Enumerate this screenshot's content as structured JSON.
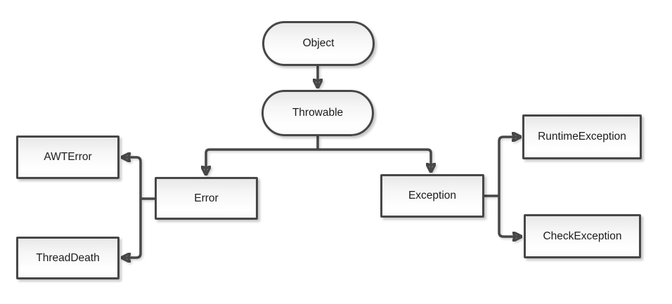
{
  "diagram": {
    "type": "class-hierarchy-flowchart",
    "background_color": "#ffffff",
    "line_color": "#474747",
    "node_border_color": "#474747",
    "node_fill_top": "#e8e8e8",
    "node_fill_bottom": "#ffffff",
    "text_color": "#1c1c1c",
    "nodes": [
      {
        "id": "object",
        "label": "Object",
        "shape": "rounded-pill"
      },
      {
        "id": "throwable",
        "label": "Throwable",
        "shape": "rounded-pill"
      },
      {
        "id": "error",
        "label": "Error",
        "shape": "rectangle"
      },
      {
        "id": "exception",
        "label": "Exception",
        "shape": "rectangle"
      },
      {
        "id": "awterror",
        "label": "AWTError",
        "shape": "rectangle"
      },
      {
        "id": "threaddeath",
        "label": "ThreadDeath",
        "shape": "rectangle"
      },
      {
        "id": "runtimeexception",
        "label": "RuntimeException",
        "shape": "rectangle"
      },
      {
        "id": "checkexception",
        "label": "CheckException",
        "shape": "rectangle"
      }
    ],
    "edges": [
      {
        "from": "object",
        "to": "throwable"
      },
      {
        "from": "throwable",
        "to": "error"
      },
      {
        "from": "throwable",
        "to": "exception"
      },
      {
        "from": "error",
        "to": "awterror"
      },
      {
        "from": "error",
        "to": "threaddeath"
      },
      {
        "from": "exception",
        "to": "runtimeexception"
      },
      {
        "from": "exception",
        "to": "checkexception"
      }
    ]
  }
}
